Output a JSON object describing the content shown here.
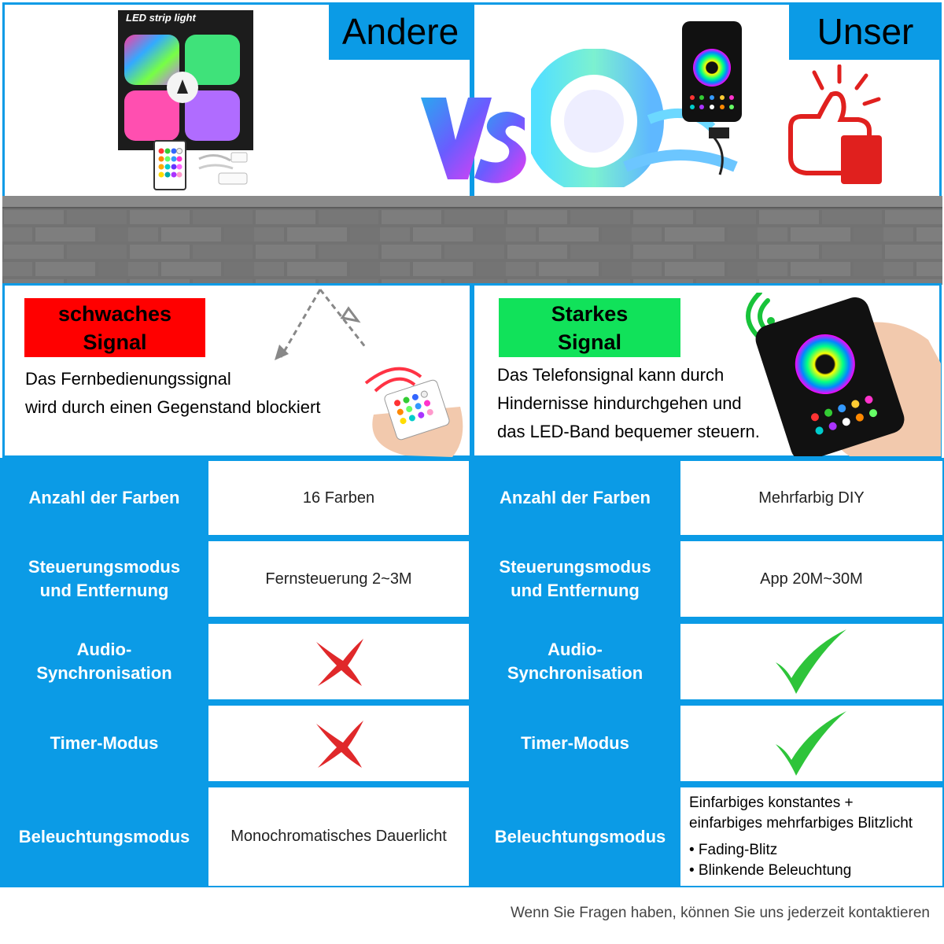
{
  "header": {
    "left_tag": "Andere",
    "right_tag": "Unser",
    "box_label": "LED strip light"
  },
  "signal": {
    "left": {
      "label_line1": "schwaches",
      "label_line2": "Signal",
      "label_color": "#ff0000",
      "text_line1": "Das Fernbedienungssignal",
      "text_line2": "wird durch einen Gegenstand blockiert"
    },
    "right": {
      "label_line1": "Starkes",
      "label_line2": "Signal",
      "label_color": "#11e25a",
      "text_line1": "Das Telefonsignal kann durch",
      "text_line2": "Hindernisse hindurchgehen und",
      "text_line3": "das LED-Band bequemer steuern."
    }
  },
  "table": {
    "rows": [
      {
        "left_label": "Anzahl der Farben",
        "left_value": "16 Farben",
        "right_label": "Anzahl der Farben",
        "right_value": "Mehrfarbig DIY"
      },
      {
        "left_label_1": "Steuerungsmodus",
        "left_label_2": "und Entfernung",
        "left_value": "Fernsteuerung 2~3M",
        "right_label_1": "Steuerungsmodus",
        "right_label_2": "und Entfernung",
        "right_value": "App 20M~30M"
      },
      {
        "left_label_1": "Audio-",
        "left_label_2": "Synchronisation",
        "left_value_icon": "red-cross-icon",
        "right_label_1": "Audio-",
        "right_label_2": "Synchronisation",
        "right_value_icon": "green-check-icon"
      },
      {
        "left_label": "Timer-Modus",
        "left_value_icon": "red-cross-icon",
        "right_label": "Timer-Modus",
        "right_value_icon": "green-check-icon"
      },
      {
        "left_label": "Beleuchtungsmodus",
        "left_value": "Monochromatisches Dauerlicht",
        "right_label": "Beleuchtungsmodus",
        "right_value_line1": "Einfarbiges konstantes +",
        "right_value_line2": "einfarbiges mehrfarbiges Blitzlicht",
        "right_value_line3": "• Fading-Blitz",
        "right_value_line4": "• Blinkende Beleuchtung"
      }
    ]
  },
  "footer": {
    "text": "Wenn Sie Fragen haben, können Sie uns jederzeit kontaktieren"
  },
  "colors": {
    "accent_blue": "#0b9be6",
    "cross_red": "#e0282a",
    "check_green": "#2ec43a"
  }
}
